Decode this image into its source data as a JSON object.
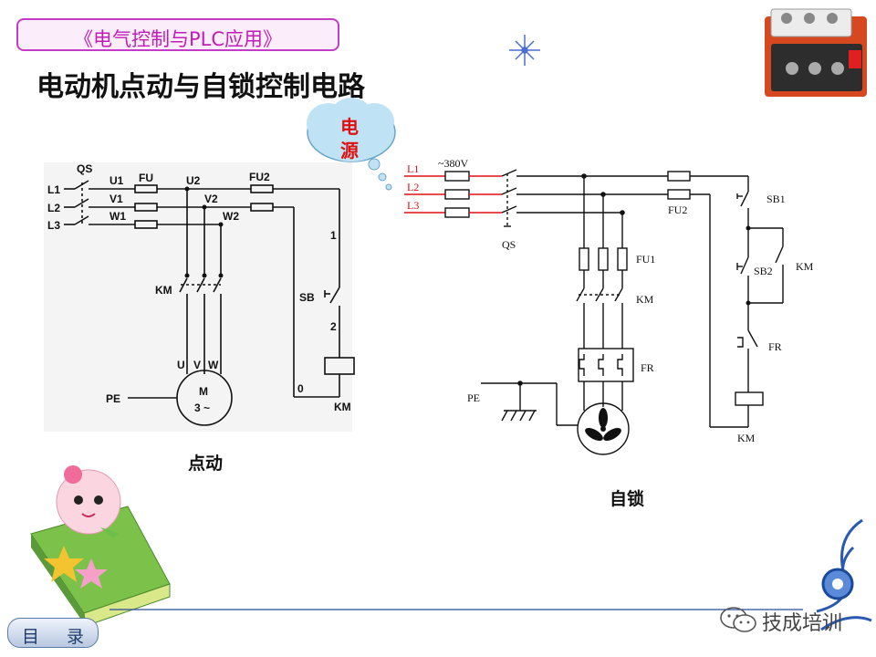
{
  "header": {
    "course_title": "《电气控制与PLC应用》",
    "page_title": "电动机点动与自锁控制电路"
  },
  "cloud": {
    "text_line1": "电",
    "text_line2": "源"
  },
  "left_diagram": {
    "caption": "点动",
    "labels": {
      "qs": "QS",
      "l1": "L1",
      "l2": "L2",
      "l3": "L3",
      "u1": "U1",
      "v1": "V1",
      "w1": "W1",
      "fu": "FU",
      "u2": "U2",
      "v2": "V2",
      "w2": "W2",
      "fu2": "FU2",
      "km": "KM",
      "sb": "SB",
      "n1": "1",
      "n2": "2",
      "n0": "0",
      "coil_km": "KM",
      "u": "U",
      "v": "V",
      "w": "W",
      "pe": "PE",
      "motor": "M",
      "motor_phase": "3 ~"
    }
  },
  "right_diagram": {
    "caption": "自锁",
    "labels": {
      "l1": "L1",
      "l2": "L2",
      "l3": "L3",
      "voltage": "~380V",
      "qs": "QS",
      "fu1": "FU1",
      "fu2": "FU2",
      "km_main": "KM",
      "fr": "FR",
      "pe": "PE",
      "sb1": "SB1",
      "sb2": "SB2",
      "km_aux": "KM",
      "fr_contact": "FR",
      "coil_km": "KM"
    }
  },
  "footer": {
    "toc_label": "目 录",
    "watermark": "技成培训"
  },
  "colors": {
    "banner_border": "#c23cc6",
    "banner_text": "#c21cb8",
    "cloud_fill": "#bfe3f5",
    "cloud_text": "#e01010",
    "line_red": "#e01010",
    "wire": "#111111"
  }
}
